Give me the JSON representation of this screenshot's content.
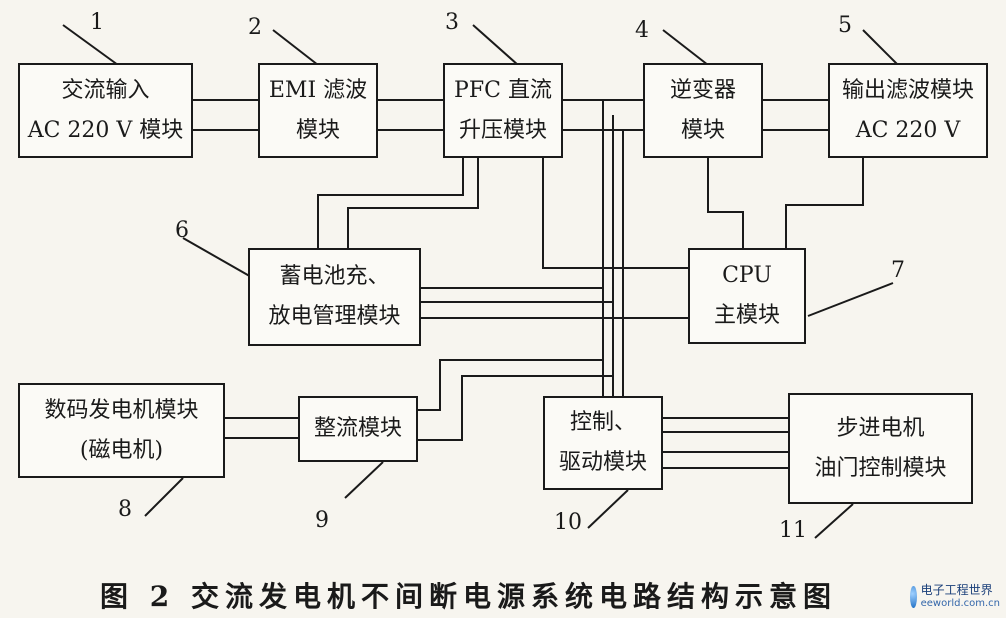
{
  "blocks": {
    "ac_input": [
      "交流输入",
      "AC 220 V 模块"
    ],
    "emi": [
      "EMI 滤波",
      "模块"
    ],
    "pfc": [
      "PFC 直流",
      "升压模块"
    ],
    "inverter": [
      "逆变器",
      "模块"
    ],
    "output_filter": [
      "输出滤波模块",
      "AC 220 V"
    ],
    "battery": [
      "蓄电池充、",
      "放电管理模块"
    ],
    "cpu": [
      "CPU",
      "主模块"
    ],
    "generator": [
      "数码发电机模块",
      "(磁电机)"
    ],
    "rectifier": [
      "整流模块"
    ],
    "control": [
      "控制、",
      "驱动模块"
    ],
    "stepper": [
      "步进电机",
      "油门控制模块"
    ]
  },
  "labels": {
    "n1": "1",
    "n2": "2",
    "n3": "3",
    "n4": "4",
    "n5": "5",
    "n6": "6",
    "n7": "7",
    "n8": "8",
    "n9": "9",
    "n10": "10",
    "n11": "11"
  },
  "caption": "图 2   交流发电机不间断电源系统电路结构示意图",
  "watermark": {
    "line1": "电子工程世界",
    "line2": "eeworld.com.cn",
    "icon": "globe-icon"
  },
  "colors": {
    "ink": "#1a1a1a",
    "background": "#f7f5ef"
  }
}
